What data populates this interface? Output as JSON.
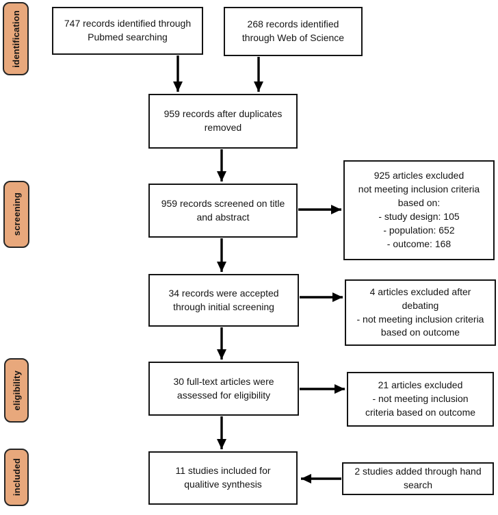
{
  "diagram": {
    "type": "prisma-flowchart",
    "stages": [
      {
        "label": "identification"
      },
      {
        "label": "screening"
      },
      {
        "label": "eligibility"
      },
      {
        "label": "included"
      }
    ],
    "flow": {
      "pubmed": "747 records identified through\nPubmed searching",
      "web_of_science": "268 records identified\nthrough Web of Science",
      "duplicates_removed": "959 records after duplicates\nremoved",
      "screened_title_abstract": "959 records screened on title\nand abstract",
      "accepted_initial_screening": "34 records were accepted\nthrough initial screening",
      "fulltext_assessed": "30 full-text articles were\nassessed for eligibility",
      "included_synthesis": "11 studies included for\nqualitive synthesis",
      "excluded_925": "925 articles excluded\nnot meeting inclusion criteria\nbased on:\n- study design: 105\n- population: 652\n- outcome: 168",
      "excluded_4": "4 articles excluded after\ndebating\n- not meeting inclusion criteria\nbased on outcome",
      "excluded_21": "21 articles excluded\n- not meeting inclusion\ncriteria based on outcome",
      "hand_search": "2 studies added through hand\nsearch"
    },
    "colors": {
      "stage_fill": "#E8A87C",
      "stage_border": "#262626",
      "box_border": "#141414",
      "arrow": "#000000",
      "text": "#141414"
    }
  }
}
